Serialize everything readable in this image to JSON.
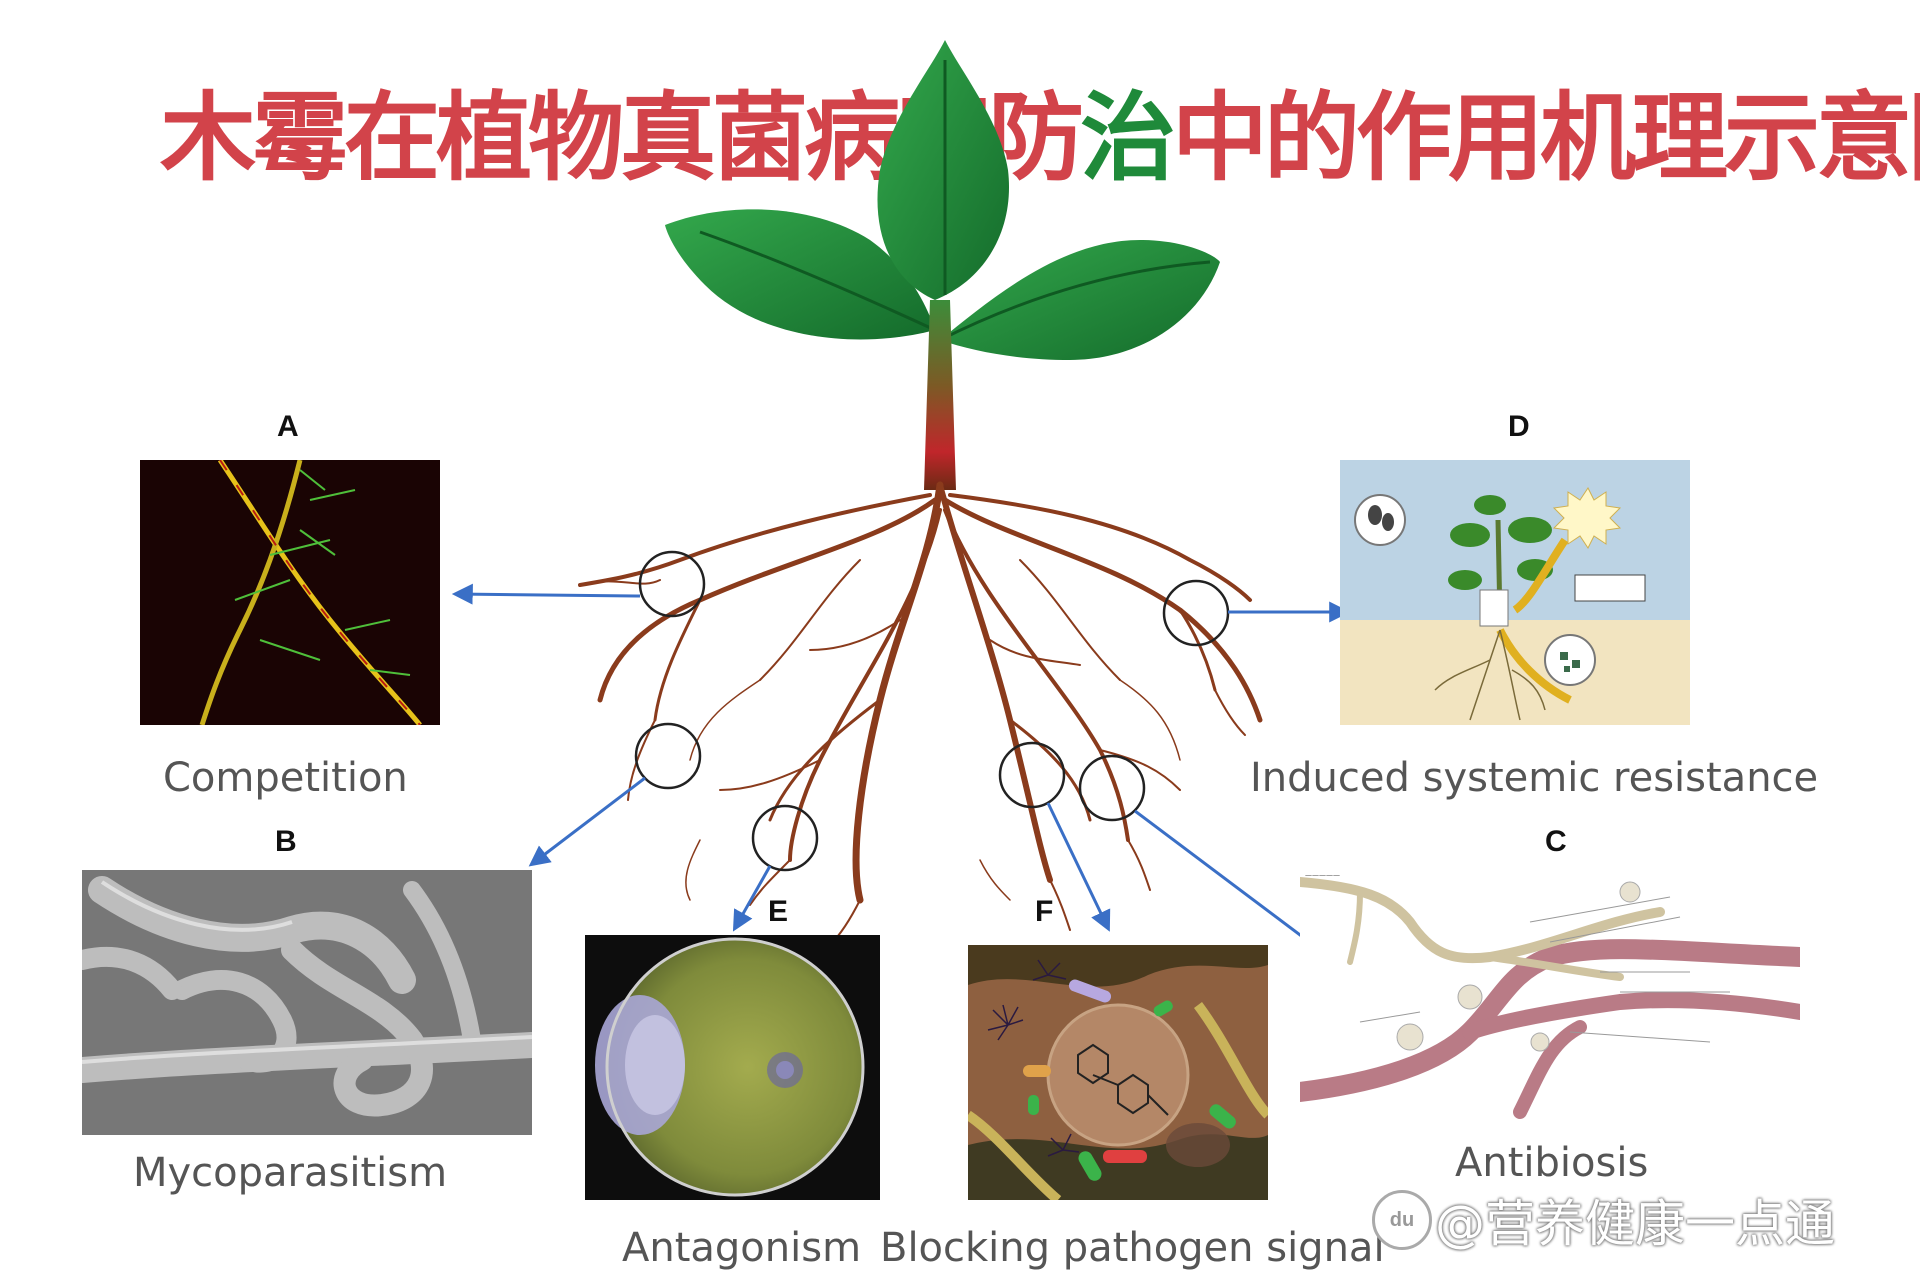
{
  "title": {
    "part1": "木霉在植物真菌病害防",
    "part2": "治",
    "part3": "中的作用机理示意图"
  },
  "panels": {
    "A": {
      "letter": "A",
      "caption": "Competition"
    },
    "B": {
      "letter": "B",
      "caption": "Mycoparasitism"
    },
    "C": {
      "letter": "C",
      "caption": "Antibiosis"
    },
    "D": {
      "letter": "D",
      "caption": "Induced systemic resistance"
    },
    "E": {
      "letter": "E",
      "caption": "Antagonism"
    },
    "F": {
      "letter": "F",
      "caption": "Blocking pathogen signal"
    }
  },
  "watermark": {
    "text": "@营养健康一点通",
    "badge": "du"
  },
  "colors": {
    "title_red": "#d2434a",
    "title_green": "#1f8a3a",
    "leaf_green": "#1e8b3a",
    "stem_red": "#c0262b",
    "root_brown": "#8a3b1c",
    "arrow_blue": "#3a6fc6",
    "caption_gray": "#555555"
  }
}
